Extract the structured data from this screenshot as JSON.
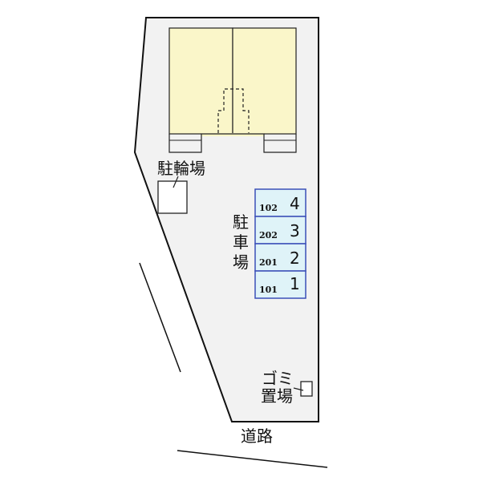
{
  "labels": {
    "bicycle_parking": "駐輪場",
    "parking_lot": [
      "駐",
      "車",
      "場"
    ],
    "garbage": [
      "ゴミ",
      "置場"
    ],
    "road": "道路"
  },
  "parking_stalls": [
    {
      "room": "102",
      "number": "4"
    },
    {
      "room": "202",
      "number": "3"
    },
    {
      "room": "201",
      "number": "2"
    },
    {
      "room": "101",
      "number": "1"
    }
  ],
  "colors": {
    "building_fill": "#faf6c9",
    "site_fill": "#f2f2f2",
    "stall_fill": "#dff3f8",
    "stall_border": "#3b4fb8",
    "line": "#111111"
  }
}
